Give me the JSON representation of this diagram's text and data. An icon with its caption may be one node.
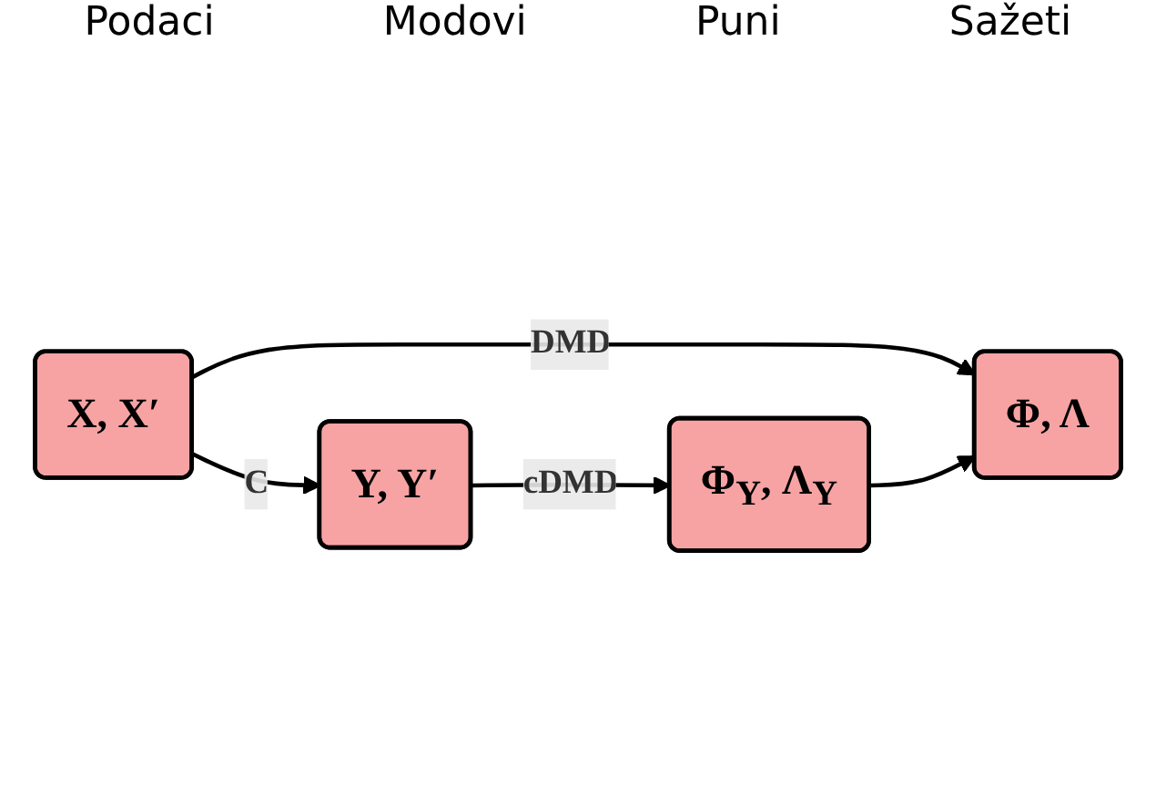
{
  "diagram": {
    "nodes": [
      {
        "text": [
          "X, X′"
        ]
      },
      {
        "text": [
          "Φ, Λ"
        ]
      },
      {
        "text": [
          "Y, Y′"
        ]
      },
      {
        "text": [
          "Φ$_{Y}$, Λ$_{Y}$"
        ]
      }
    ],
    "edges": [
      {
        "from": 0,
        "to": 1,
        "arrow": "to",
        "label": "DMD"
      },
      {
        "from": 0,
        "to": 2,
        "arrow": "to",
        "label": "C"
      },
      {
        "from": 2,
        "to": 3,
        "arrow": "to",
        "label": "cDMD"
      },
      {
        "from": 3,
        "to": 1,
        "arrow": "to"
      }
    ],
    "labels": [
      "Podaci",
      "Modovi",
      "Puni",
      "Sažeti"
    ]
  }
}
